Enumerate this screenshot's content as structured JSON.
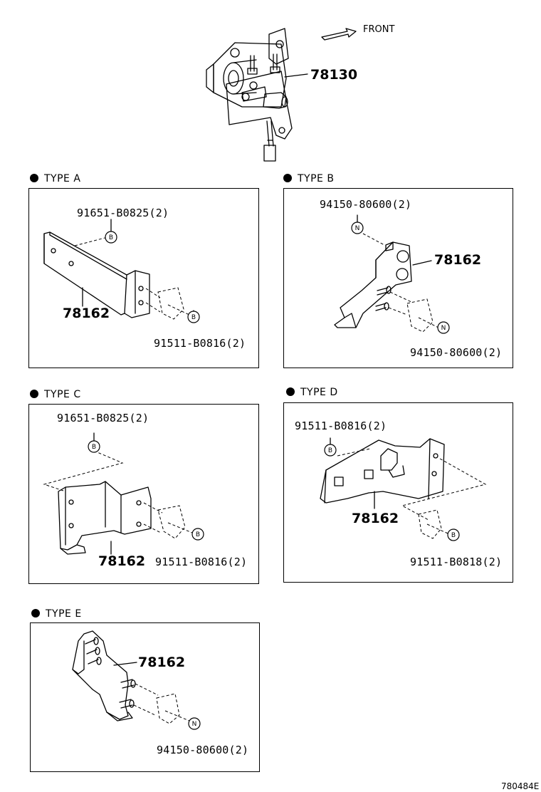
{
  "header": {
    "front_label": "FRONT",
    "main_part": "78130"
  },
  "types": [
    {
      "title": "TYPE  A",
      "bracket": "78162",
      "parts": [
        "91651-B0825(2)",
        "91511-B0816(2)"
      ],
      "symbols": [
        "B",
        "B"
      ]
    },
    {
      "title": "TYPE  B",
      "bracket": "78162",
      "parts": [
        "94150-80600(2)",
        "94150-80600(2)"
      ],
      "symbols": [
        "N",
        "N"
      ]
    },
    {
      "title": "TYPE  C",
      "bracket": "78162",
      "parts": [
        "91651-B0825(2)",
        "91511-B0816(2)"
      ],
      "symbols": [
        "B",
        "B"
      ]
    },
    {
      "title": "TYPE D",
      "bracket": "78162",
      "parts": [
        "91511-B0816(2)",
        "91511-B0818(2)"
      ],
      "symbols": [
        "B",
        "B"
      ]
    },
    {
      "title": "TYPE E",
      "bracket": "78162",
      "parts": [
        "94150-80600(2)"
      ],
      "symbols": [
        "N"
      ]
    }
  ],
  "footer": {
    "diagram_code": "780484E"
  }
}
